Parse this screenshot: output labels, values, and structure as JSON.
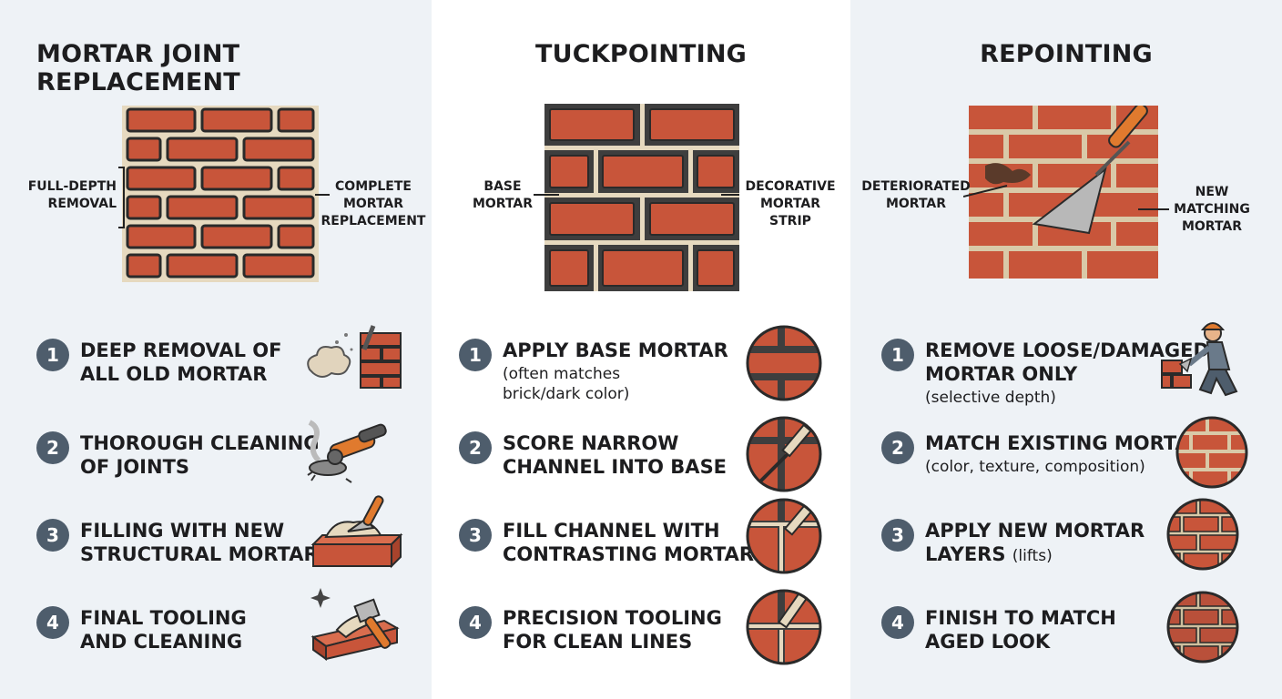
{
  "columns": [
    {
      "title": "MORTAR JOINT REPLACEMENT",
      "label_left": "FULL-DEPTH\nREMOVAL",
      "label_right": "COMPLETE\nMORTAR\nREPLACEMENT",
      "steps": [
        {
          "num": "1",
          "title": "DEEP REMOVAL OF\nALL OLD MORTAR",
          "icon": "dust-chisel-icon"
        },
        {
          "num": "2",
          "title": "THOROUGH CLEANING\nOF JOINTS",
          "icon": "angle-grinder-icon"
        },
        {
          "num": "3",
          "title": "FILLING WITH NEW\nSTRUCTURAL MORTAR",
          "icon": "trowel-mortar-icon"
        },
        {
          "num": "4",
          "title": "FINAL TOOLING\nAND CLEANING",
          "icon": "brush-sparkle-icon"
        }
      ]
    },
    {
      "title": "TUCKPOINTING",
      "label_left": "BASE\nMORTAR",
      "label_right": "DECORATIVE\nMORTAR\nSTRIP",
      "steps": [
        {
          "num": "1",
          "title": "APPLY BASE MORTAR",
          "sub": "(often matches\nbrick/dark color)",
          "icon": "base-mortar-circle-icon"
        },
        {
          "num": "2",
          "title": "SCORE NARROW\nCHANNEL INTO BASE",
          "icon": "score-channel-circle-icon"
        },
        {
          "num": "3",
          "title": "FILL CHANNEL WITH\nCONTRASTING MORTAR",
          "icon": "fill-channel-circle-icon"
        },
        {
          "num": "4",
          "title": "PRECISION TOOLING\nFOR CLEAN LINES",
          "icon": "precision-tool-circle-icon"
        }
      ]
    },
    {
      "title": "REPOINTING",
      "label_left": "DETERIORATED\nMORTAR",
      "label_right": "NEW\nMATCHING\nMORTAR",
      "steps": [
        {
          "num": "1",
          "title": "REMOVE LOOSE/DAMAGED\nMORTAR ONLY",
          "sub": "(selective depth)",
          "icon": "worker-icon"
        },
        {
          "num": "2",
          "title": "MATCH EXISTING MORTAR",
          "sub": "(color, texture, composition)",
          "icon": "matched-brick-circle-icon"
        },
        {
          "num": "3",
          "title_a": "APPLY NEW MORTAR",
          "title_b": "LAYERS",
          "title_b_sub": "(lifts)",
          "icon": "mortar-layers-circle-icon"
        },
        {
          "num": "4",
          "title": "FINISH TO MATCH\nAGED LOOK",
          "icon": "aged-brick-circle-icon"
        }
      ]
    }
  ],
  "colors": {
    "brick": "#c8553a",
    "mortar": "#e6d9bf",
    "dark_mortar": "#3e3e3e",
    "badge": "#4e5d6c",
    "panel": "#eef2f6"
  }
}
